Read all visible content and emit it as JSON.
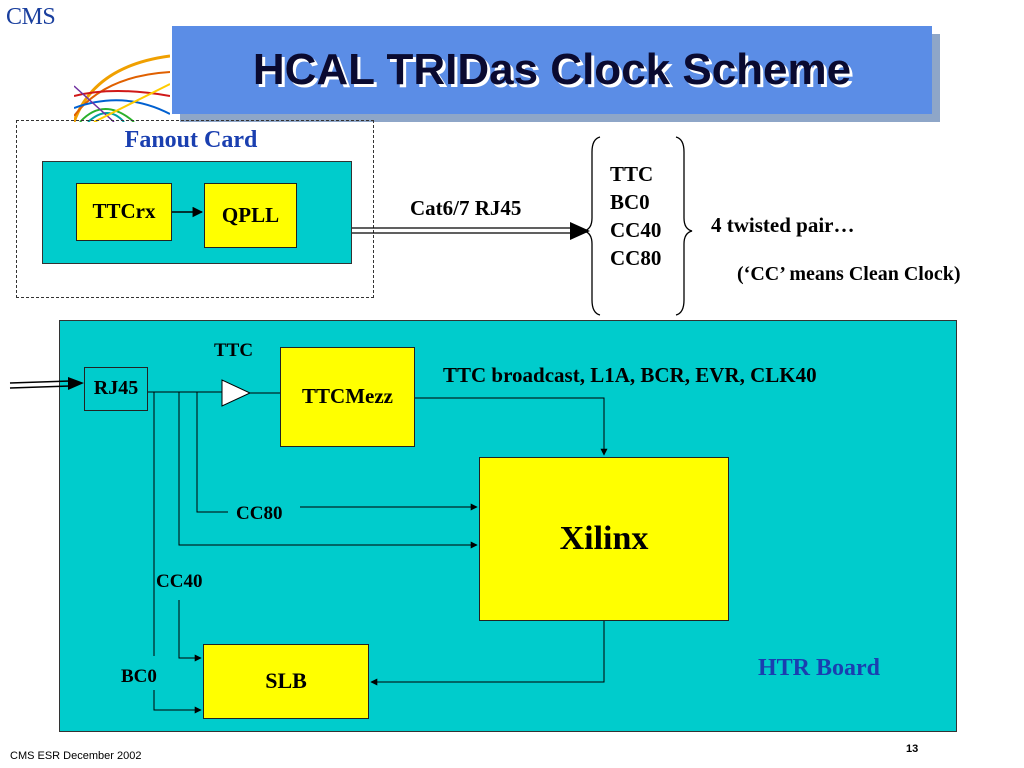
{
  "header": {
    "title": "HCAL TRIDas Clock Scheme",
    "logo_text": "CMS"
  },
  "fanout": {
    "label": "Fanout Card",
    "ttcrx": "TTCrx",
    "qpll": "QPLL"
  },
  "cable": {
    "label": "Cat6/7 RJ45",
    "signals": [
      "TTC",
      "BC0",
      "CC40",
      "CC80"
    ],
    "pairs_note": "4 twisted pair…",
    "cc_note": "(‘CC’ means Clean Clock)"
  },
  "htr": {
    "label": "HTR Board",
    "rj45": "RJ45",
    "ttcmezz": "TTCMezz",
    "xilinx": "Xilinx",
    "slb": "SLB",
    "ttc_label": "TTC",
    "broadcast_label": "TTC broadcast, L1A, BCR, EVR, CLK40",
    "cc80_label": "CC80",
    "cc40_label": "CC40",
    "bc0_label": "BC0"
  },
  "footer": {
    "left": "CMS ESR December 2002",
    "page_number": "13"
  },
  "colors": {
    "board": "#00cccc",
    "chip": "#ffff00",
    "banner": "#5b8de6",
    "label_blue": "#1a3fb0"
  }
}
